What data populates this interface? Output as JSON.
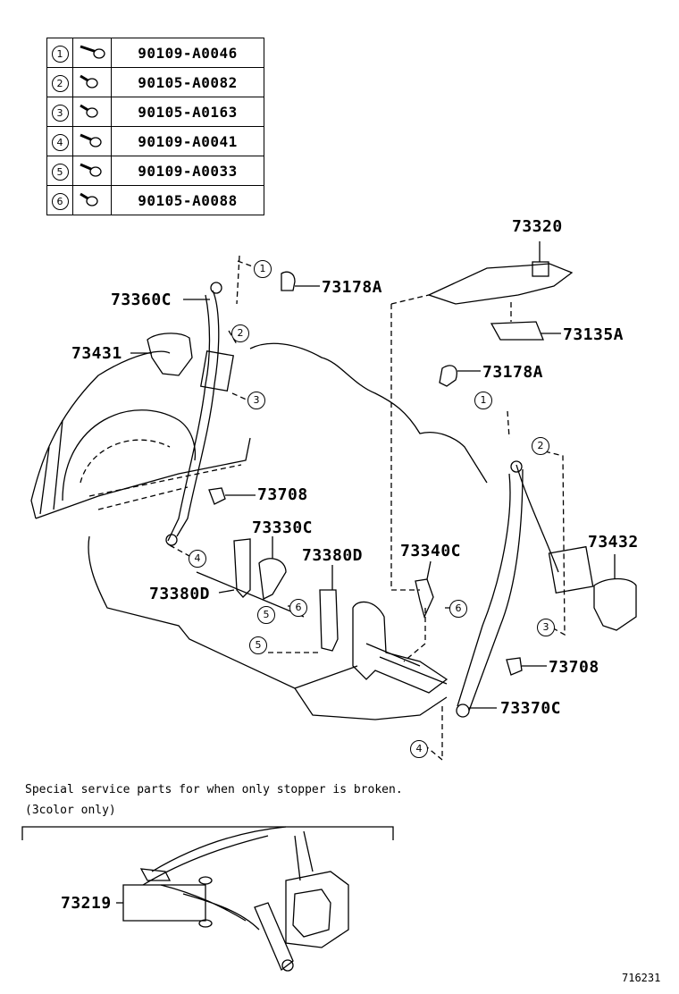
{
  "fasteners": [
    {
      "num": "1",
      "icon": "bolt-icon",
      "part": "90109-A0046"
    },
    {
      "num": "2",
      "icon": "bolt-icon",
      "part": "90105-A0082"
    },
    {
      "num": "3",
      "icon": "bolt-icon",
      "part": "90105-A0163"
    },
    {
      "num": "4",
      "icon": "bolt-icon",
      "part": "90109-A0041"
    },
    {
      "num": "5",
      "icon": "bolt-icon",
      "part": "90109-A0033"
    },
    {
      "num": "6",
      "icon": "bolt-icon",
      "part": "90105-A0088"
    }
  ],
  "callouts": {
    "c73320": "73320",
    "c73178a_top": "73178A",
    "c73360c": "73360C",
    "c73135a": "73135A",
    "c73431": "73431",
    "c73178a_mid": "73178A",
    "c73708_left": "73708",
    "c73330c": "73330C",
    "c73432": "73432",
    "c73380d_right": "73380D",
    "c73340c": "73340C",
    "c73380d_left": "73380D",
    "c73708_right": "73708",
    "c73370c": "73370C",
    "c73219": "73219"
  },
  "refs": {
    "r1a": "1",
    "r2a": "2",
    "r3a": "3",
    "r4a": "4",
    "r1b": "1",
    "r2b": "2",
    "r3b": "3",
    "r4b": "4",
    "r5a": "5",
    "r6a": "6",
    "r5b": "5",
    "r6b": "6"
  },
  "notes": {
    "line1": "Special service parts for when only stopper is broken.",
    "line2": "(3color only)"
  },
  "figure_id": "716231"
}
